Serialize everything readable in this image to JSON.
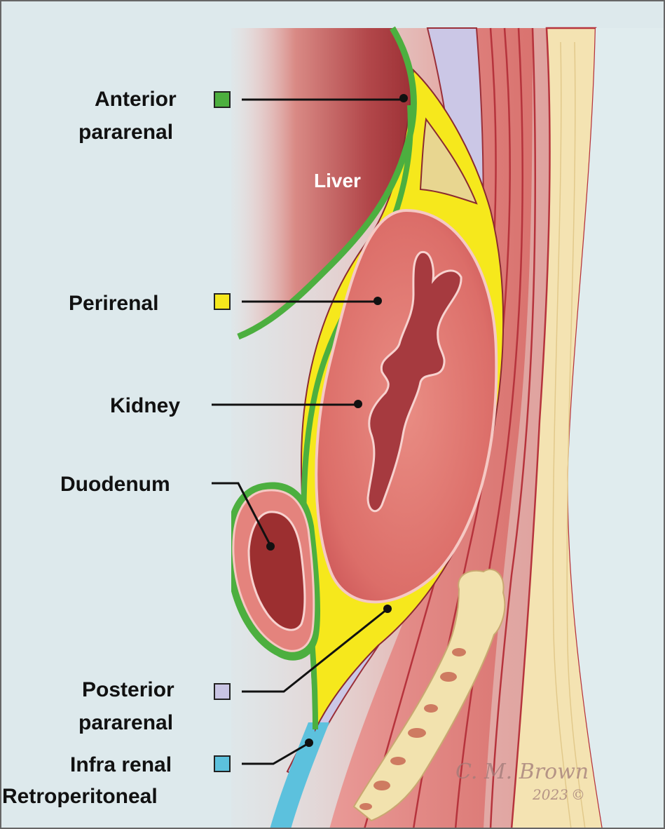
{
  "labels": {
    "anterior_line1": "Anterior",
    "anterior_line2": "pararenal",
    "perirenal": "Perirenal",
    "kidney": "Kidney",
    "duodenum": "Duodenum",
    "posterior_line1": "Posterior",
    "posterior_line2": "pararenal",
    "infra_line1": "Infra renal",
    "infra_line2": "Retroperitoneal",
    "liver": "Liver"
  },
  "signature": {
    "name": "C. M. Brown",
    "year": "2023",
    "copyright": "©"
  },
  "legend_colors": {
    "anterior_pararenal": "#4caf3f",
    "perirenal": "#f6e81c",
    "posterior_pararenal": "#c9c5e4",
    "infra_renal_retroperitoneal": "#5cc1dd"
  },
  "organ_colors": {
    "liver": "#a9393b",
    "kidney": "#e07a72",
    "duodenum": "#9c2f30",
    "bone": "#f2e2ae"
  }
}
